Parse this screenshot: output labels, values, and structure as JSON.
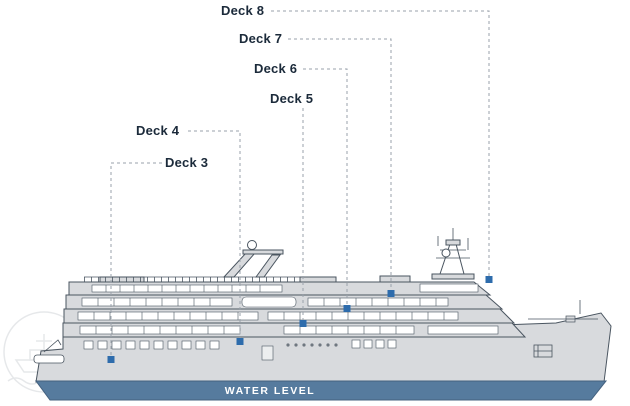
{
  "decks": [
    {
      "label": "Deck 8"
    },
    {
      "label": "Deck 7"
    },
    {
      "label": "Deck 6"
    },
    {
      "label": "Deck 5"
    },
    {
      "label": "Deck 4"
    },
    {
      "label": "Deck 3"
    }
  ],
  "water_level_label": "WATER LEVEL",
  "colors": {
    "deck_label_text": "#1b2a3a",
    "leader_line": "#9aa2ab",
    "deck_marker": "#2e6cac",
    "ship_outline": "#4a5560",
    "ship_fill": "#d8dadd",
    "window_fill": "#ffffff",
    "water_band": "#567b9e",
    "background": "#ffffff"
  }
}
